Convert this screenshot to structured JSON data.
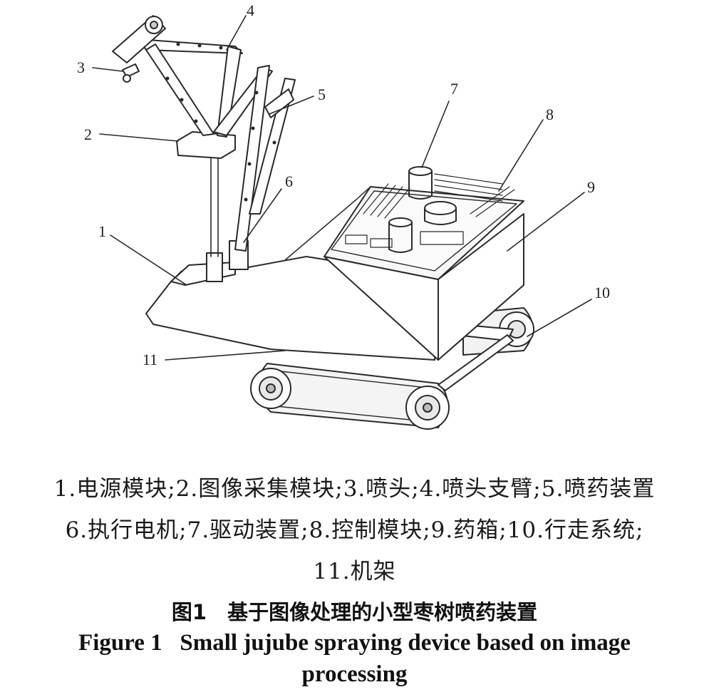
{
  "callouts": {
    "c1": "1",
    "c2": "2",
    "c3": "3",
    "c4": "4",
    "c5": "5",
    "c6": "6",
    "c7": "7",
    "c8": "8",
    "c9": "9",
    "c10": "10",
    "c11": "11"
  },
  "legend": {
    "line1": "1.电源模块;2.图像采集模块;3.喷头;4.喷头支臂;5.喷药装置",
    "line2": "6.执行电机;7.驱动装置;8.控制模块;9.药箱;10.行走系统;",
    "line3": "11.机架"
  },
  "caption": {
    "cn": "图1　基于图像处理的小型枣树喷药装置",
    "en_line1": "Figure 1   Small jujube spraying device based on image",
    "en_line2": "processing"
  }
}
